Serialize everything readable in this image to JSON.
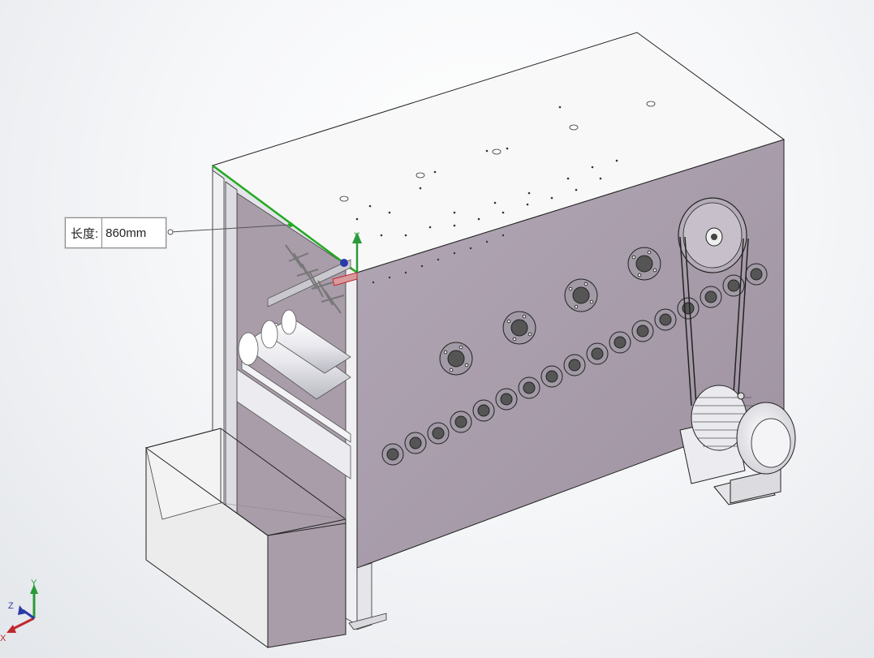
{
  "dimension": {
    "label": "长度:",
    "value": "860mm"
  },
  "triad_local": {
    "y": "Y"
  },
  "triad_corner": {
    "x": "X",
    "y": "Y",
    "z": "Z"
  },
  "colors": {
    "panel": "#a99daa",
    "top": "#f7f7f7",
    "frame": "#e4e4e8",
    "hopper": "#e6e6e6",
    "edge_select": "#22aa22",
    "axis_x": "#c0282e",
    "axis_y": "#2a9a3a",
    "axis_z": "#2a3aaa"
  },
  "icons": [
    "coordinate-triad-icon",
    "selection-handle-icon"
  ]
}
